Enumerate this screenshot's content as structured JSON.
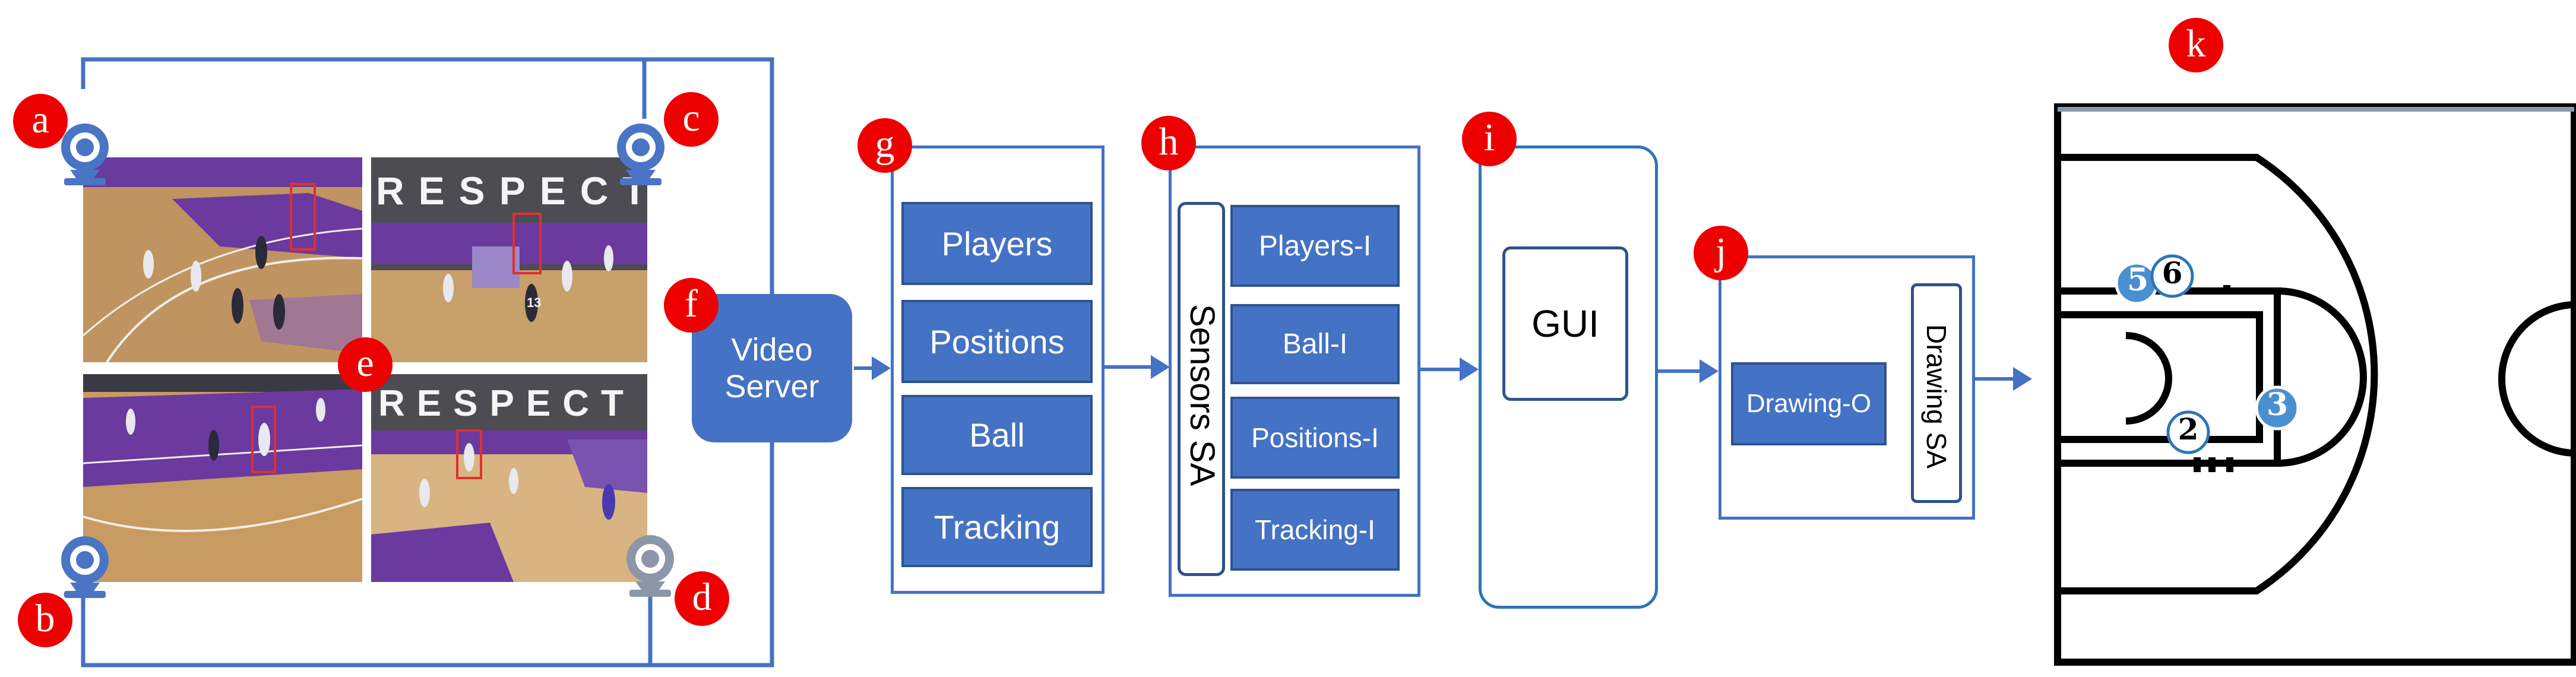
{
  "badges": {
    "a": "a",
    "b": "b",
    "c": "c",
    "d": "d",
    "e": "e",
    "f": "f",
    "g": "g",
    "h": "h",
    "i": "i",
    "j": "j",
    "k": "k"
  },
  "video_server": {
    "line1": "Video",
    "line2": "Server"
  },
  "module_g": {
    "items": [
      "Players",
      "Positions",
      "Ball",
      "Tracking"
    ]
  },
  "module_h": {
    "side_label": "Sensors SA",
    "items": [
      "Players-I",
      "Ball-I",
      "Positions-I",
      "Tracking-I"
    ]
  },
  "module_i": {
    "label": "GUI"
  },
  "module_j": {
    "block_label": "Drawing-O",
    "side_label": "Drawing SA"
  },
  "court": {
    "players": [
      {
        "number": "5",
        "style": "filled"
      },
      {
        "number": "6",
        "style": "outline"
      },
      {
        "number": "2",
        "style": "outline"
      },
      {
        "number": "3",
        "style": "filled"
      }
    ]
  },
  "camera_views": {
    "wall_text": "RESPECT",
    "jersey_number": "13"
  },
  "colors": {
    "accent_blue": "#4472c4",
    "badge_red": "#ee0000",
    "camera_blue": "#4a74c4",
    "camera_gray": "#8c96a8",
    "floor_wood": "#c09460",
    "court_purple": "#6a3a9e"
  },
  "icons": {
    "camera": "webcam-icon",
    "arrow": "right-arrow-icon"
  }
}
